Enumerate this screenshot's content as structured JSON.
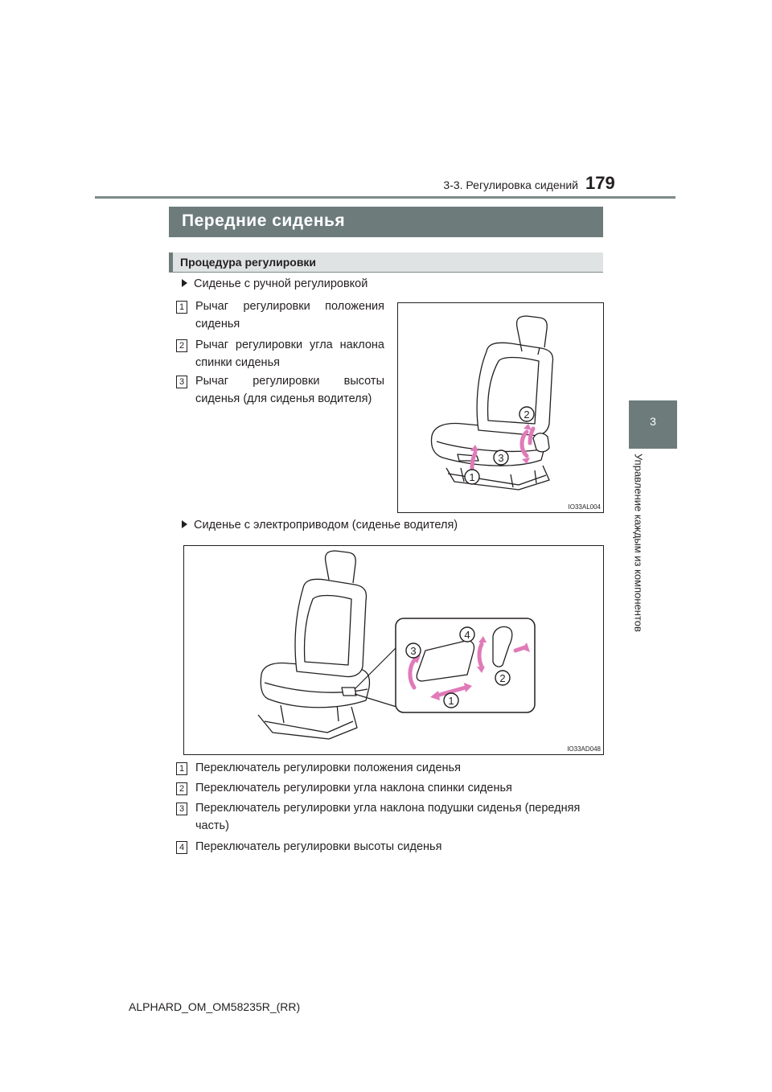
{
  "header": {
    "page_number": "179",
    "section_ref": "3-3. Регулировка сидений"
  },
  "side_tab": {
    "chapter_number": "3",
    "chapter_title": "Управление каждым из компонентов"
  },
  "section": {
    "title": "Передние сиденья",
    "subtitle": "Процедура регулировки"
  },
  "manual_seat": {
    "bullet": "Сиденье с ручной регулировкой",
    "items": [
      {
        "num": "1",
        "line1": "Рычаг регулировки положения",
        "line2": "сиденья"
      },
      {
        "num": "2",
        "line1": "Рычаг регулировки угла наклона",
        "line2": "спинки сиденья"
      },
      {
        "num": "3",
        "line1": "Рычаг регулировки высоты",
        "line2": "сиденья (для сиденья водителя)"
      }
    ],
    "figure_code": "IO33AL004",
    "callouts": [
      "1",
      "2",
      "3"
    ]
  },
  "power_seat": {
    "bullet": "Сиденье с электроприводом (сиденье водителя)",
    "figure_code": "IO33AD048",
    "callouts": [
      "1",
      "2",
      "3",
      "4"
    ],
    "items": [
      {
        "num": "1",
        "line1": "Переключатель регулировки положения сиденья",
        "line2": ""
      },
      {
        "num": "2",
        "line1": "Переключатель регулировки угла наклона спинки сиденья",
        "line2": ""
      },
      {
        "num": "3",
        "line1": "Переключатель регулировки угла наклона подушки сиденья (передняя",
        "line2": "часть)"
      },
      {
        "num": "4",
        "line1": "Переключатель регулировки высоты сиденья",
        "line2": ""
      }
    ]
  },
  "footer": {
    "doc_code": "ALPHARD_OM_OM58235R_(RR)"
  },
  "colors": {
    "title_bar": "#6d7b7b",
    "sub_bar": "#dfe3e3",
    "arrow": "#e07ab8"
  }
}
